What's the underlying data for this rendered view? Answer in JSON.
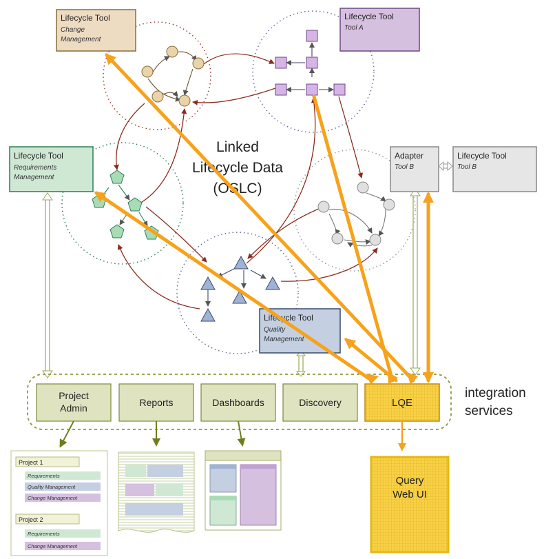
{
  "center_label": {
    "line1": "Linked",
    "line2": "Lifecycle Data",
    "line3": "(OSLC)"
  },
  "tools": {
    "change": {
      "title": "Lifecycle Tool",
      "sub1": "Change",
      "sub2": "Management"
    },
    "tool_a": {
      "title": "Lifecycle Tool",
      "sub1": "Tool A"
    },
    "requirements": {
      "title": "Lifecycle Tool",
      "sub1": "Requirements",
      "sub2": "Management"
    },
    "adapter": {
      "title": "Adapter",
      "sub1": "Tool B"
    },
    "tool_b": {
      "title": "Lifecycle Tool",
      "sub1": "Tool B"
    },
    "quality": {
      "title": "Lifecycle Tool",
      "sub1": "Quality",
      "sub2": "Management"
    }
  },
  "services": {
    "project_admin": {
      "line1": "Project",
      "line2": "Admin"
    },
    "reports": "Reports",
    "dashboards": "Dashboards",
    "discovery": "Discovery",
    "lqe": "LQE",
    "caption1": "integration",
    "caption2": "services"
  },
  "query_web_ui": {
    "line1": "Query",
    "line2": "Web UI"
  },
  "project_doc": {
    "project1": "Project 1",
    "p1_items": [
      "Requirements",
      "Quality Management",
      "Change Management"
    ],
    "project2": "Project 2",
    "p2_items": [
      "Requirements",
      "Change Management"
    ]
  },
  "colors": {
    "change": "#eedcc2",
    "tool_a": "#d6c0e0",
    "requirements": "#cfe8d4",
    "gray": "#e6e6e6",
    "quality": "#c4d0e2",
    "service": "#dfe3c0",
    "lqe": "#f8d246",
    "orange": "#f7a21b",
    "dark_red": "#8b2c1f",
    "olive": "#6d7f1c"
  }
}
